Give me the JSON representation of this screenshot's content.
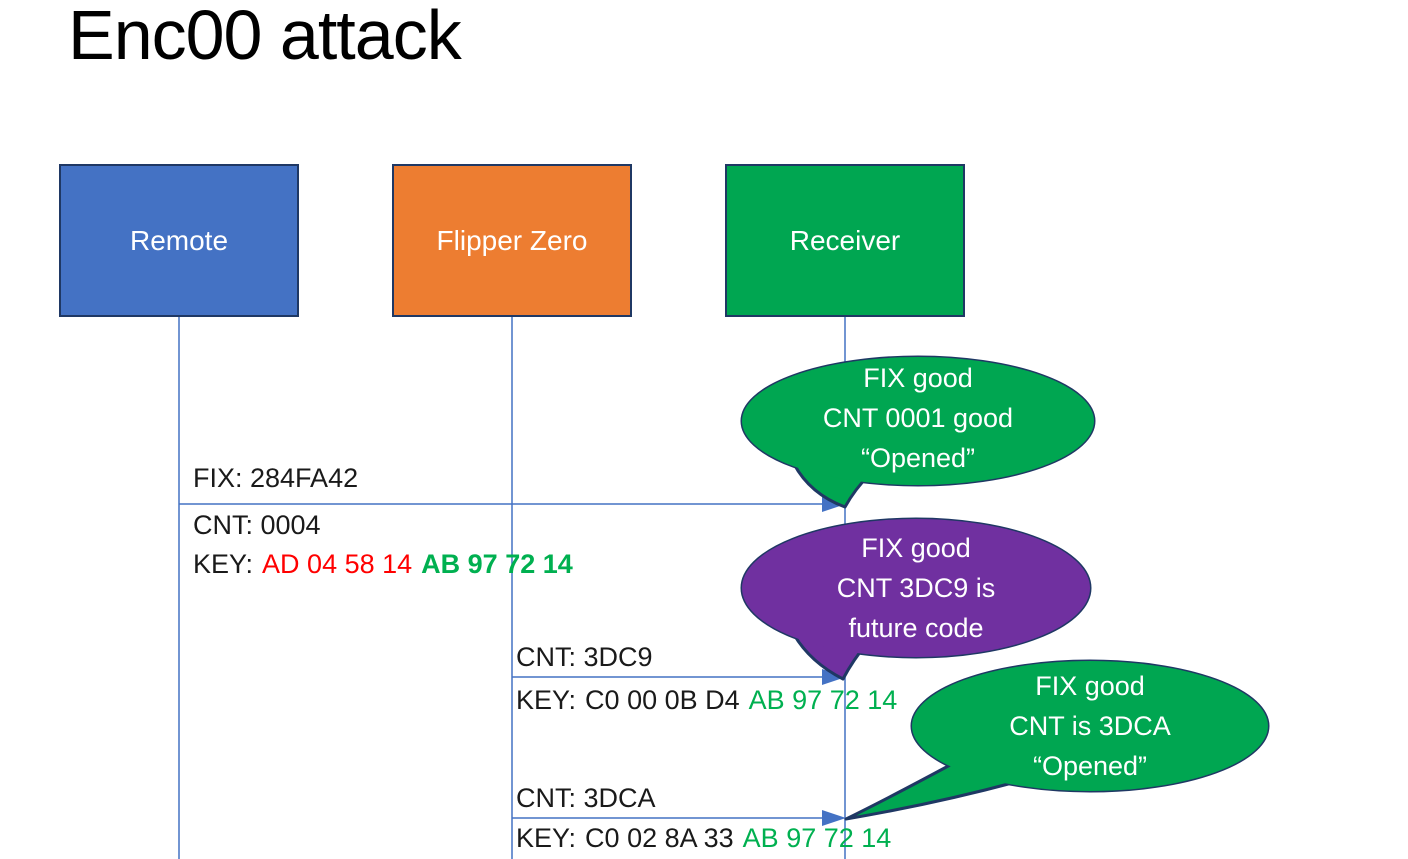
{
  "title": "Enc00 attack",
  "colors": {
    "actor_border": "#1F3864",
    "line_blue": "#4472C4",
    "text_black": "#1A1A1A",
    "key_red": "#FF0000",
    "key_green": "#00B050",
    "bubble_green": "#00A651",
    "bubble_purple": "#7030A0",
    "bubble_text": "#FFFFFF"
  },
  "actors": [
    {
      "label": "Remote",
      "fill": "#4472C4"
    },
    {
      "label": "Flipper Zero",
      "fill": "#ED7D31"
    },
    {
      "label": "Receiver",
      "fill": "#00A651"
    }
  ],
  "messages": [
    {
      "from": "Remote",
      "to": "Receiver",
      "above": "FIX: 284FA42",
      "below_line1": "CNT: 0004",
      "key_label": "KEY:",
      "key_part1": "AD 04 58 14",
      "key_part1_color": "#FF0000",
      "key_part2": "AB 97 72 14",
      "key_part2_color": "#00B050",
      "key_part2_bold": true
    },
    {
      "from": "Flipper Zero",
      "to": "Receiver",
      "above": "CNT: 3DC9",
      "key_label": "KEY:",
      "key_part1": "C0 00 0B D4",
      "key_part1_color": "#1A1A1A",
      "key_part2": "AB 97 72 14",
      "key_part2_color": "#00B050",
      "key_part2_bold": false
    },
    {
      "from": "Flipper Zero",
      "to": "Receiver",
      "above": "CNT: 3DCA",
      "key_label": "KEY:",
      "key_part1": "C0 02 8A 33",
      "key_part1_color": "#1A1A1A",
      "key_part2": "AB 97 72 14",
      "key_part2_color": "#00B050",
      "key_part2_bold": false
    }
  ],
  "callouts": [
    {
      "fill": "#00A651",
      "lines": [
        "FIX good",
        "CNT 0001 good",
        "“Opened”"
      ]
    },
    {
      "fill": "#7030A0",
      "lines": [
        "FIX good",
        "CNT 3DC9 is",
        "future code"
      ]
    },
    {
      "fill": "#00A651",
      "lines": [
        "FIX good",
        "CNT is 3DCA",
        "“Opened”"
      ]
    }
  ]
}
